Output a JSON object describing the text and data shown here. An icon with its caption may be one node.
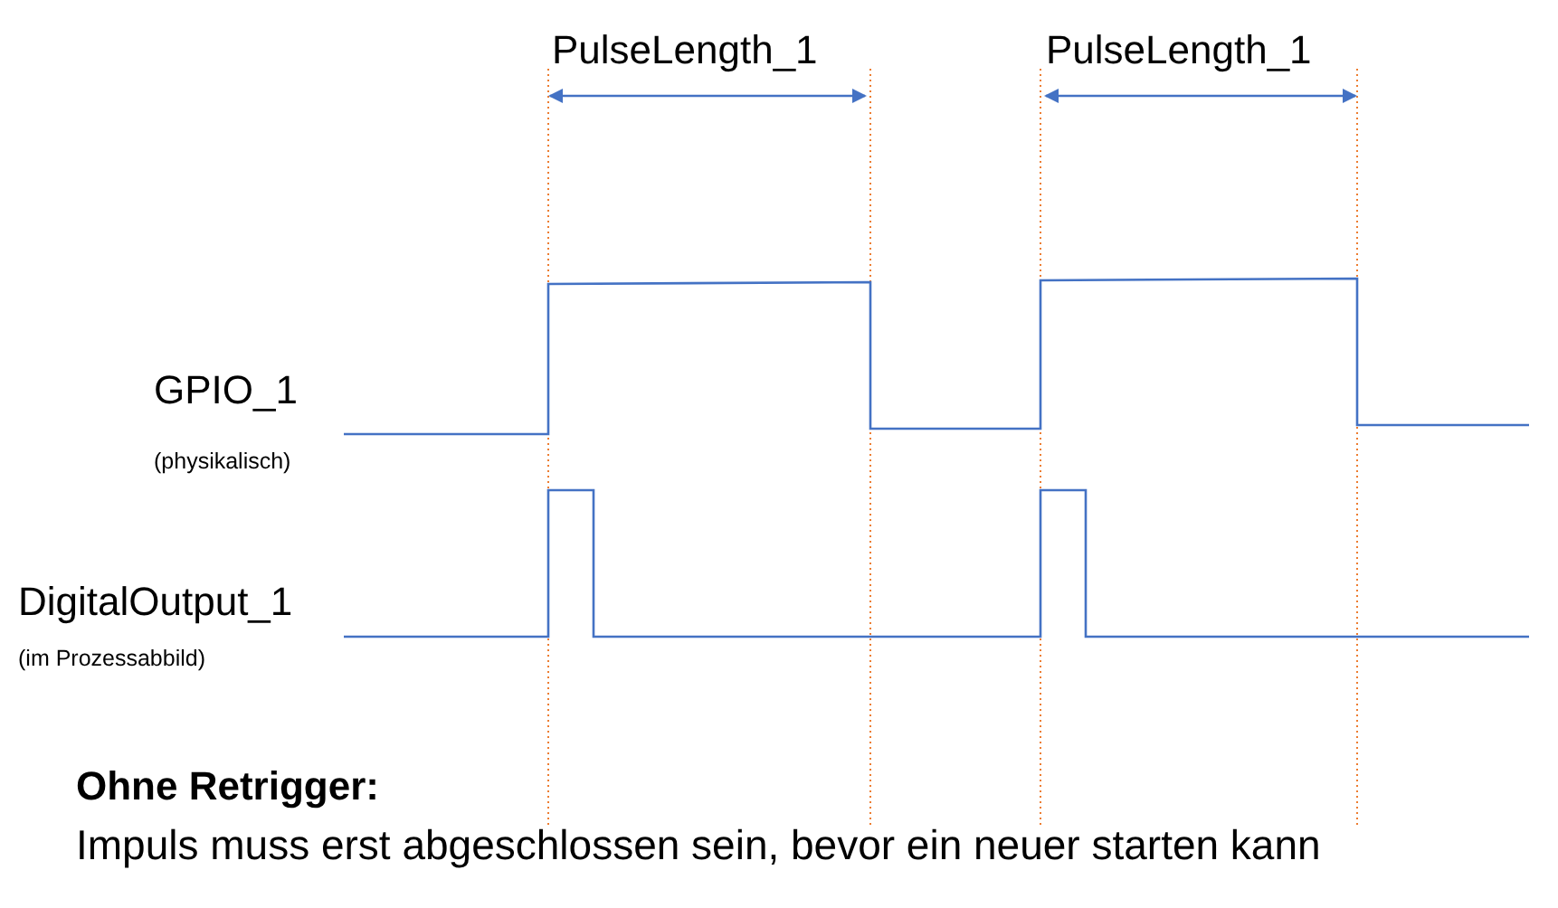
{
  "diagram": {
    "labels": [
      "PulseLength_1",
      "PulseLength_1",
      "GPIO_1",
      "(physikalisch)",
      "DigitalOutput_1",
      "(im Prozessabbild)",
      "Ohne Retrigger:",
      "Impuls muss erst abgeschlossen sein, bevor ein neuer starten kann"
    ]
  }
}
